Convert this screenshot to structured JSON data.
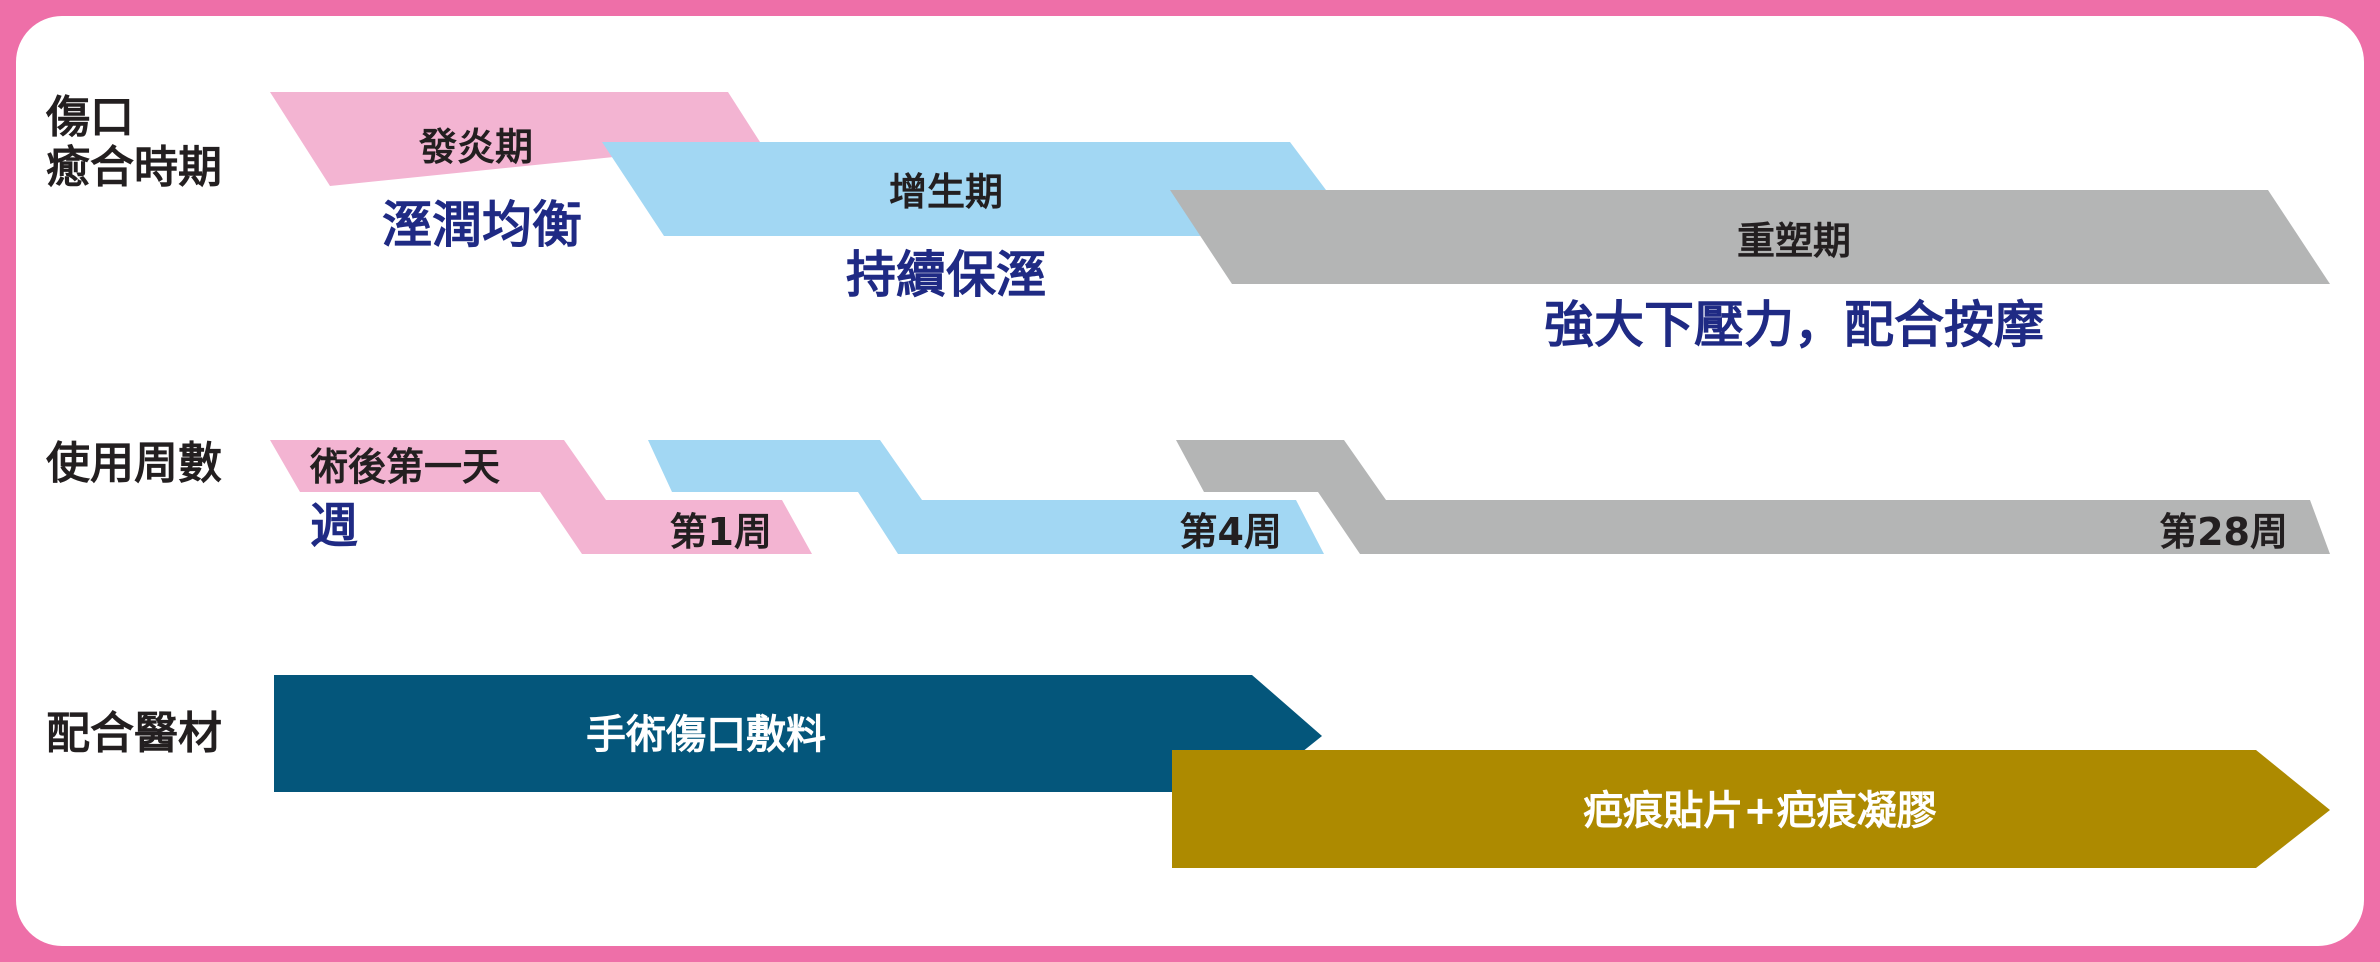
{
  "colors": {
    "border": "#ee6fa8",
    "pink": "#f3b4d2",
    "blue": "#a2d7f3",
    "gray": "#b4b5b5",
    "navy_text": "#1f2a84",
    "teal": "#04567b",
    "olive": "#ad8a00"
  },
  "labels": {
    "phase_line1": "傷口",
    "phase_line2": "癒合時期",
    "weeks": "使用周數",
    "materials": "配合醫材"
  },
  "phases": [
    {
      "name": "發炎期",
      "tip": "溼潤均衡"
    },
    {
      "name": "增生期",
      "tip": "持續保溼"
    },
    {
      "name": "重塑期",
      "tip": "強大下壓力，配合按摩"
    }
  ],
  "weeks": {
    "start_line1": "術後第一天",
    "start_line2": "週",
    "marks": [
      "第1周",
      "第4周",
      "第28周"
    ]
  },
  "materials": [
    {
      "label": "手術傷口敷料"
    },
    {
      "label": "疤痕貼片+疤痕凝膠"
    }
  ]
}
